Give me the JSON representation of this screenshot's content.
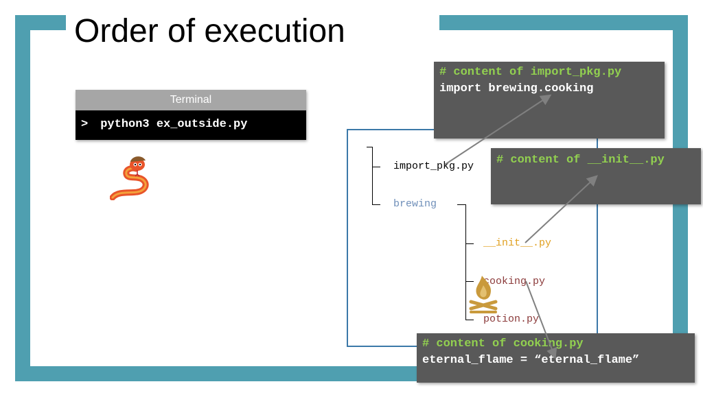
{
  "slide": {
    "title": "Order of execution"
  },
  "terminal": {
    "header": "Terminal",
    "prompt": ">",
    "command": "python3 ex_outside.py"
  },
  "tree": {
    "import_pkg": "import_pkg.py",
    "brewing": "brewing",
    "init": "__init__.py",
    "cooking": "cooking.py",
    "potion": "potion.py"
  },
  "code_boxes": {
    "import_pkg": {
      "comment": "# content of import_pkg.py",
      "line": "import brewing.cooking"
    },
    "init": {
      "comment": "# content of __init__.py"
    },
    "cooking": {
      "comment": "# content of cooking.py",
      "line": "eternal_flame = “eternal_flame”"
    }
  },
  "colors": {
    "frame": "#4f9fb0",
    "code_bg": "#595959",
    "comment": "#92d050",
    "tree_border": "#3b78a8",
    "brewing": "#6f8fb9",
    "init": "#e0a020",
    "cooking": "#8b3a3a",
    "potion": "#8b3a3a"
  },
  "icons": {
    "mascot": "snake-mascot-icon",
    "fire": "campfire-icon"
  }
}
